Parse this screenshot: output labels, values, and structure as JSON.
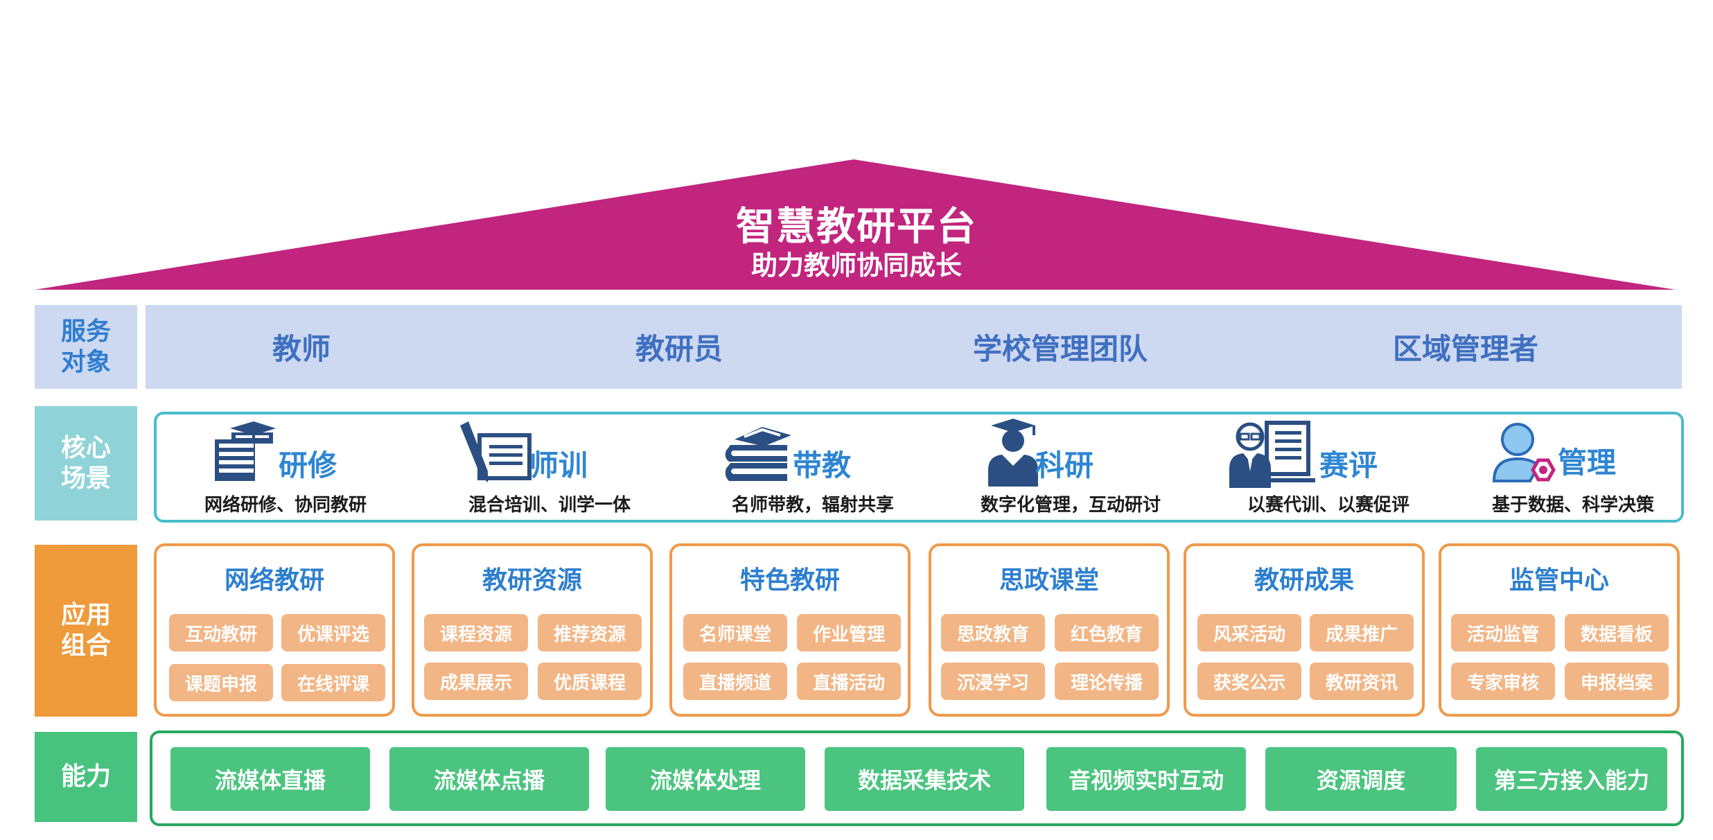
{
  "roof": {
    "title": "智慧教研平台",
    "subtitle": "助力教师协同成长",
    "color": "#c1257e"
  },
  "sections": {
    "service": {
      "line1": "服务",
      "line2": "对象",
      "color": "#cdd9f1",
      "text_color": "#2e7dd1"
    },
    "scenario": {
      "line1": "核心",
      "line2": "场景",
      "color": "#8fd3d8"
    },
    "application": {
      "line1": "应用",
      "line2": "组合",
      "color": "#ef9a3b"
    },
    "capability": {
      "line1": "能力",
      "color": "#47c37f"
    }
  },
  "service_targets": [
    "教师",
    "教研员",
    "学校管理团队",
    "区域管理者"
  ],
  "scenarios": [
    {
      "icon": "books-graduation-cap-icon",
      "title": "研修",
      "desc": "网络研修、协同教研"
    },
    {
      "icon": "pencil-notepad-icon",
      "title": "师训",
      "desc": "混合培训、训学一体"
    },
    {
      "icon": "book-stack-icon",
      "title": "带教",
      "desc": "名师带教，辐射共享"
    },
    {
      "icon": "graduate-person-icon",
      "title": "科研",
      "desc": "数字化管理，互动研讨"
    },
    {
      "icon": "presenter-board-icon",
      "title": "赛评",
      "desc": "以赛代训、以赛促评"
    },
    {
      "icon": "user-settings-icon",
      "title": "管理",
      "desc": "基于数据、科学决策"
    }
  ],
  "applications": [
    {
      "title": "网络教研",
      "tags": [
        "互动教研",
        "优课评选",
        "课题申报",
        "在线评课"
      ]
    },
    {
      "title": "教研资源",
      "tags": [
        "课程资源",
        "推荐资源",
        "成果展示",
        "优质课程"
      ]
    },
    {
      "title": "特色教研",
      "tags": [
        "名师课堂",
        "作业管理",
        "直播频道",
        "直播活动"
      ]
    },
    {
      "title": "思政课堂",
      "tags": [
        "思政教育",
        "红色教育",
        "沉浸学习",
        "理论传播"
      ]
    },
    {
      "title": "教研成果",
      "tags": [
        "风采活动",
        "成果推广",
        "获奖公示",
        "教研资讯"
      ]
    },
    {
      "title": "监管中心",
      "tags": [
        "活动监管",
        "数据看板",
        "专家审核",
        "申报档案"
      ]
    }
  ],
  "capabilities": [
    "流媒体直播",
    "流媒体点播",
    "流媒体处理",
    "数据采集技术",
    "音视频实时互动",
    "资源调度",
    "第三方接入能力"
  ]
}
